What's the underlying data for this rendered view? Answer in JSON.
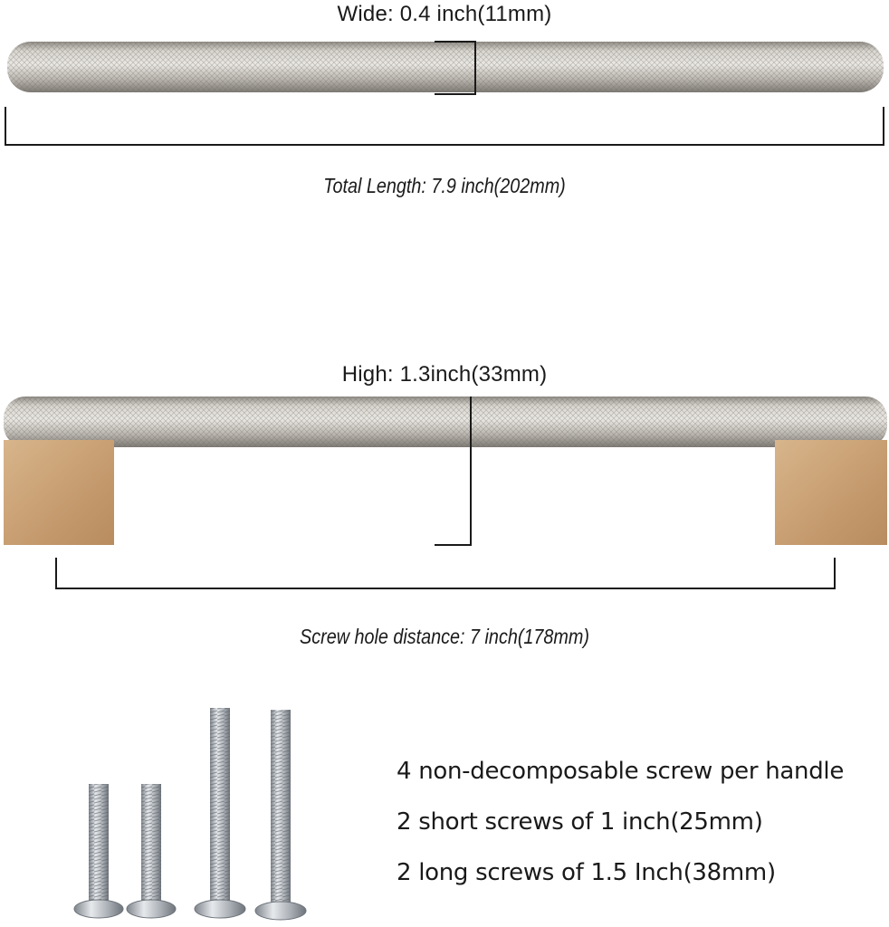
{
  "colors": {
    "background": "#ffffff",
    "bar_metal": "#c9c6bf",
    "base_gold": "#caa277",
    "line": "#1a1a1a",
    "screw_metal": "#bfc3c8"
  },
  "dimensions": {
    "wide": "Wide: 0.4 inch(11mm)",
    "total_length": "Total Length: 7.9 inch(202mm)",
    "high": "High: 1.3inch(33mm)",
    "screw_hole_distance": "Screw hole distance: 7 inch(178mm)"
  },
  "notes": [
    "4 non-decomposable screw per handle",
    "2 short screws of 1 inch(25mm)",
    "2 long screws of 1.5 Inch(38mm)"
  ]
}
